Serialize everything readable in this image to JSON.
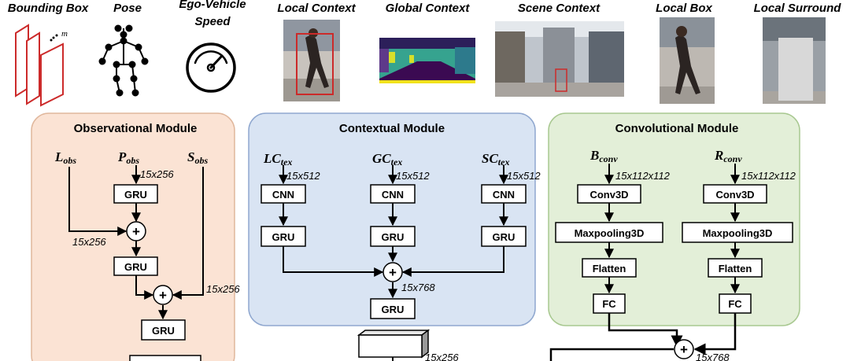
{
  "top_labels": {
    "bounding_box": "Bounding Box",
    "pose": "Pose",
    "ego_speed_line1": "Ego-Vehicle",
    "ego_speed_line2": "Speed",
    "local_context": "Local Context",
    "global_context": "Global Context",
    "scene_context": "Scene Context",
    "local_box": "Local Box",
    "local_surround": "Local Surround",
    "bbox_m": "m"
  },
  "observational": {
    "title": "Observational Module",
    "L": "L",
    "L_sub": "obs",
    "P": "P",
    "P_sub": "obs",
    "S": "S",
    "S_sub": "obs",
    "dim_p": "15x256",
    "dim_l": "15x256",
    "dim_s": "15x256",
    "gru": "GRU"
  },
  "contextual": {
    "title": "Contextual Module",
    "LC": "LC",
    "LC_sub": "tex",
    "GC": "GC",
    "GC_sub": "tex",
    "SC": "SC",
    "SC_sub": "tex",
    "dim_in": "15x512",
    "cnn": "CNN",
    "gru": "GRU",
    "dim_sum": "15x768"
  },
  "convolutional": {
    "title": "Convolutional Module",
    "B": "B",
    "B_sub": "conv",
    "R": "R",
    "R_sub": "conv",
    "dim_in": "15x112x112",
    "conv3d": "Conv3D",
    "maxpool": "Maxpooling3D",
    "flatten": "Flatten",
    "fc": "FC",
    "dim_sum": "15x768"
  },
  "bottom": {
    "dim_out": "15x256"
  },
  "colors": {
    "obs_fill": "#fbe3d4",
    "obs_stroke": "#e0b79c",
    "ctx_fill": "#d9e4f3",
    "ctx_stroke": "#8fa7cf",
    "conv_fill": "#e3efd8",
    "conv_stroke": "#a8c890",
    "red": "#cc2a2a"
  }
}
